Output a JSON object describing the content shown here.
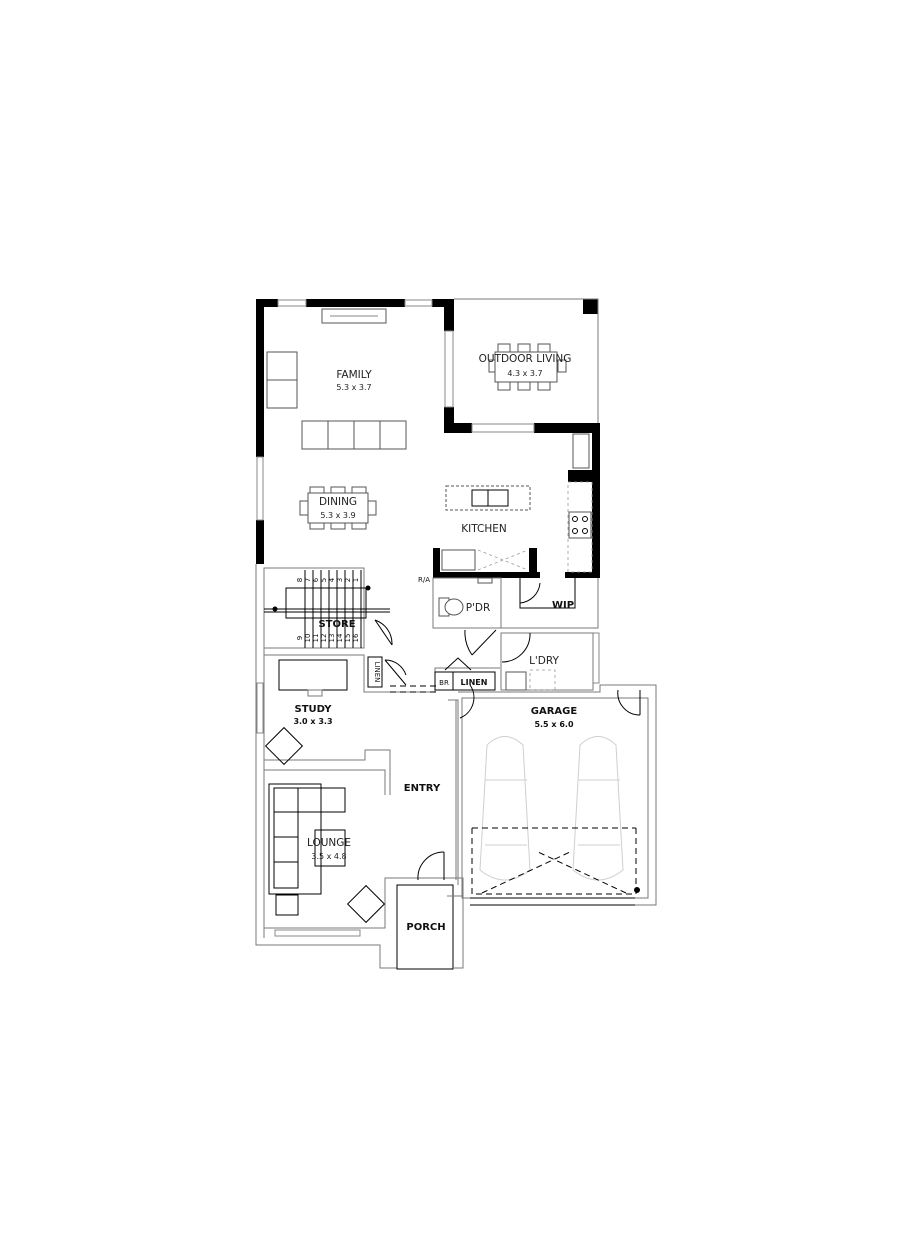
{
  "plan": {
    "type": "ground-floor-plan",
    "rooms": {
      "family": {
        "name": "FAMILY",
        "dims": "5.3 x 3.7"
      },
      "outdoor_living": {
        "name": "OUTDOOR LIVING",
        "dims": "4.3 x 3.7"
      },
      "dining": {
        "name": "DINING",
        "dims": "5.3 x 3.9"
      },
      "kitchen": {
        "name": "KITCHEN"
      },
      "wip": {
        "name": "WIP"
      },
      "pdr": {
        "name": "P'DR"
      },
      "ra": {
        "name": "R/A"
      },
      "store": {
        "name": "STORE"
      },
      "linen_vertical": {
        "name": "LINEN"
      },
      "ldry": {
        "name": "L'DRY"
      },
      "br": {
        "name": "BR"
      },
      "linen": {
        "name": "LINEN"
      },
      "study": {
        "name": "STUDY",
        "dims": "3.0 x 3.3"
      },
      "garage": {
        "name": "GARAGE",
        "dims": "5.5 x 6.0"
      },
      "entry": {
        "name": "ENTRY"
      },
      "lounge": {
        "name": "LOUNGE",
        "dims": "3.5 x 4.8"
      },
      "porch": {
        "name": "PORCH"
      }
    },
    "stair_numbers_upper": [
      "8",
      "7",
      "6",
      "5",
      "4",
      "3",
      "2",
      "1"
    ],
    "stair_numbers_lower": [
      "9",
      "10",
      "11",
      "12",
      "13",
      "14",
      "15",
      "16"
    ],
    "colors": {
      "wall": "#000000",
      "line": "#7a7a7a",
      "car": "#cfcfcf",
      "background": "#ffffff"
    }
  }
}
